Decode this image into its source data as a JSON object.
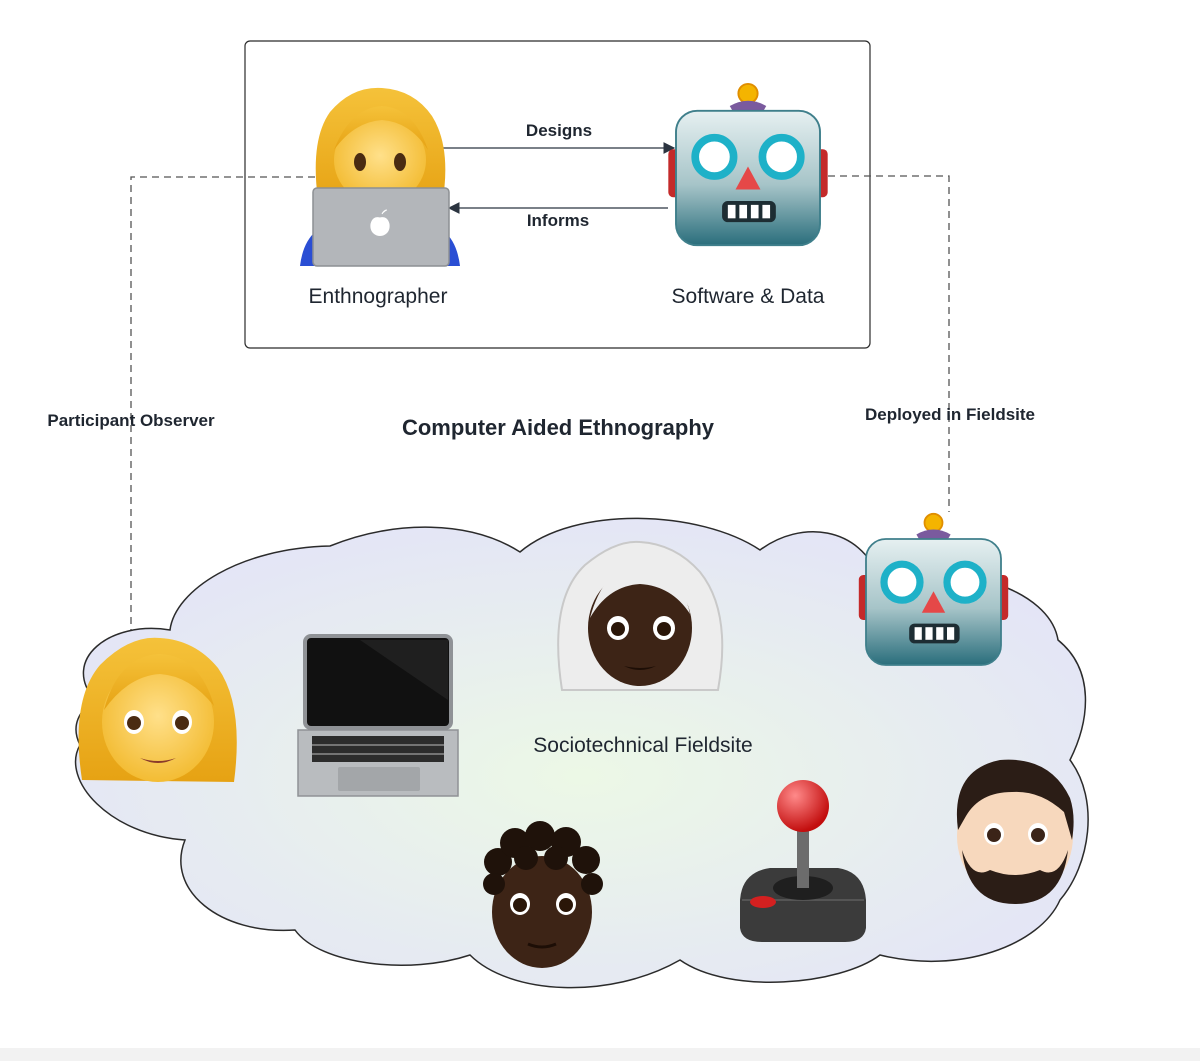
{
  "title": "Computer Aided Ethnography",
  "top_box": {
    "left_node": "Enthnographer",
    "right_node": "Software & Data",
    "arrow_right_label": "Designs",
    "arrow_left_label": "Informs"
  },
  "side_labels": {
    "left": "Participant Observer",
    "right": "Deployed in Fieldsite"
  },
  "fieldsite": {
    "label": "Sociotechnical Fieldsite",
    "members": [
      "woman-blonde-icon",
      "laptop-icon",
      "woman-white-hair-icon",
      "robot-icon",
      "person-curly-hair-icon",
      "joystick-icon",
      "man-beard-icon"
    ]
  },
  "icons": {
    "top_left": "woman-with-laptop-icon",
    "top_right": "robot-icon"
  }
}
